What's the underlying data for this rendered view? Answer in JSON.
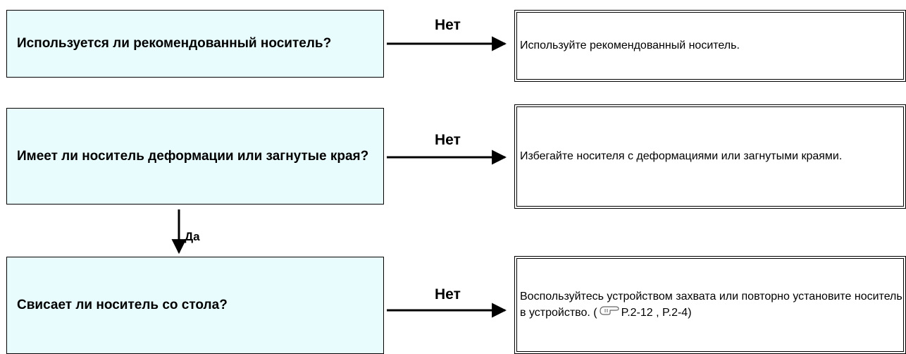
{
  "steps": [
    {
      "question": "Используется ли рекомендованный носитель?",
      "no_label": "Нет",
      "answer": "Используйте рекомендованный носитель."
    },
    {
      "question": "Имеет ли носитель деформации или загнутые края?",
      "no_label": "Нет",
      "answer": "Избегайте носителя с деформациями или загнутыми краями."
    },
    {
      "question": "Свисает ли носитель со стола?",
      "no_label": "Нет",
      "answer": "Воспользуйтесь устройством захвата или повторно установите носитель в устройство. (",
      "answer_refs": "P.2-12 , P.2-4)"
    }
  ],
  "yes_label": "Да",
  "colors": {
    "question_fill": "#e8fcfd",
    "border": "#000000"
  },
  "icons": {
    "reference": "pointing-hand-icon"
  }
}
